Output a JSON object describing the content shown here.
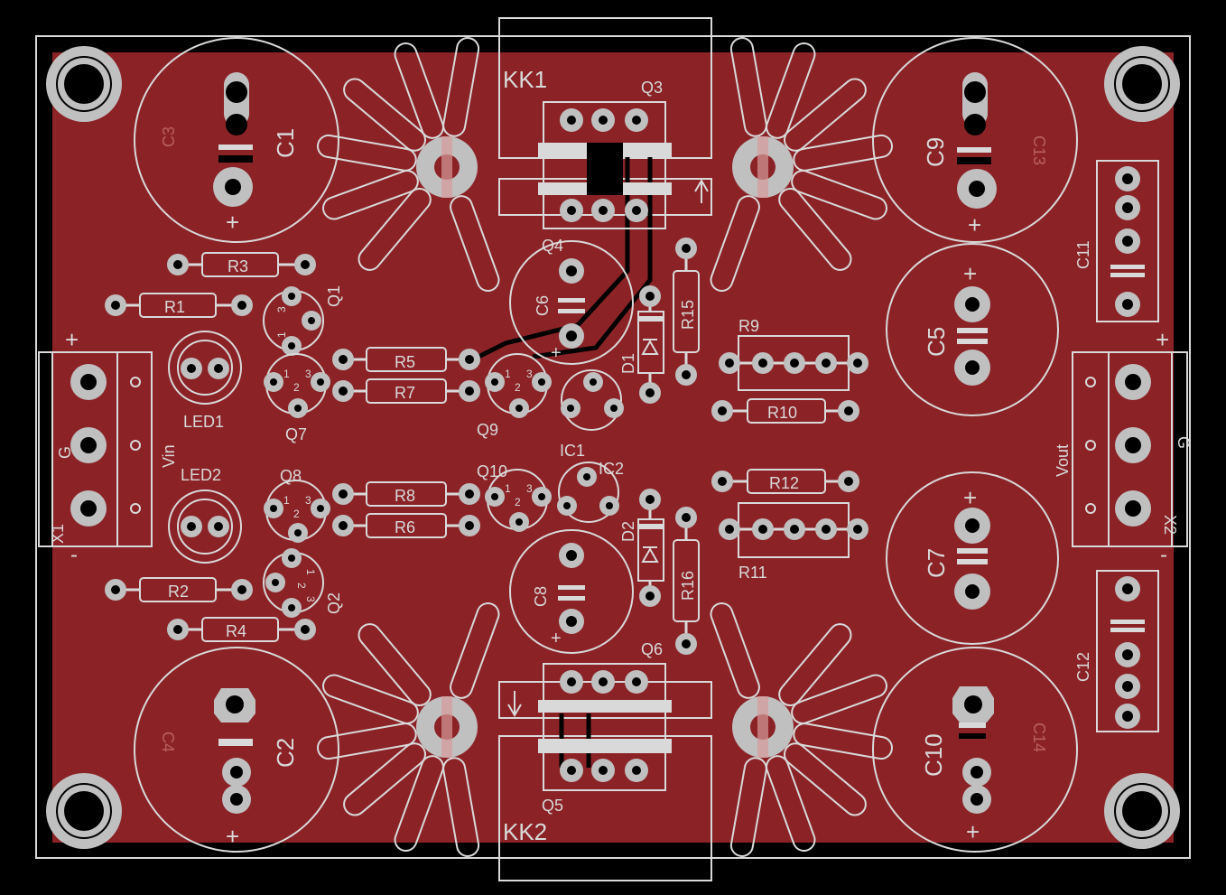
{
  "colors": {
    "background": "#000000",
    "copper": "#8b2226",
    "silk": "#d9d9d9",
    "pad": "#c0c0c0",
    "trace": "#000000"
  },
  "headings": {
    "kk1": "KK1",
    "kk2": "KK2"
  },
  "connectors": {
    "x1": {
      "ref": "X1",
      "net_label": "Vin",
      "pins": [
        "+",
        "G",
        "-"
      ]
    },
    "x2": {
      "ref": "X2",
      "net_label": "Vout",
      "pins": [
        "+",
        "G",
        "-"
      ]
    }
  },
  "electrolytic_caps": [
    {
      "ref": "C1",
      "tref": "C3",
      "polarity": "+"
    },
    {
      "ref": "C2",
      "tref": "C4",
      "polarity": "+"
    },
    {
      "ref": "C9",
      "tref": "C13",
      "polarity": "+"
    },
    {
      "ref": "C10",
      "tref": "C14",
      "polarity": "+"
    },
    {
      "ref": "C5",
      "polarity": "+"
    },
    {
      "ref": "C7",
      "polarity": "+"
    },
    {
      "ref": "C6",
      "polarity": "+"
    },
    {
      "ref": "C8",
      "polarity": "+"
    }
  ],
  "film_caps": [
    "C11",
    "C12"
  ],
  "resistors": [
    "R1",
    "R2",
    "R3",
    "R4",
    "R5",
    "R6",
    "R7",
    "R8",
    "R9",
    "R10",
    "R11",
    "R12",
    "R15",
    "R16"
  ],
  "transistors": [
    "Q1",
    "Q2",
    "Q7",
    "Q8",
    "Q9",
    "Q10"
  ],
  "power_transistors": [
    "Q3",
    "Q4",
    "Q5",
    "Q6"
  ],
  "regulators": [
    "IC1",
    "IC2"
  ],
  "diodes": [
    "D1",
    "D2"
  ],
  "leds": [
    "LED1",
    "LED2"
  ],
  "to92_pins": [
    "1",
    "2",
    "3"
  ]
}
